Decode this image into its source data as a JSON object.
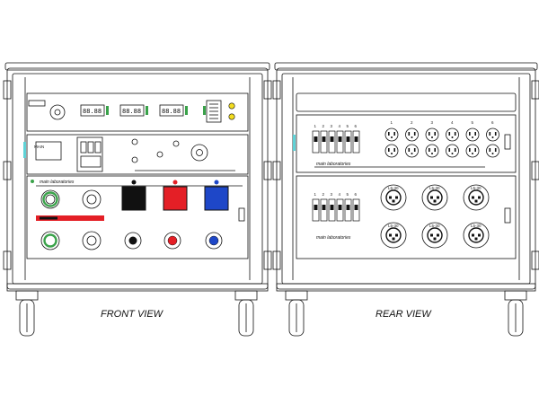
{
  "labels": {
    "front_view": "FRONT VIEW",
    "rear_view": "REAR VIEW"
  },
  "front": {
    "meter_digits": [
      "88.88",
      "88.88",
      "88.88"
    ],
    "brand_text": "main laboratories",
    "panel_label": "MAIN"
  },
  "rear": {
    "outlet_numbers": [
      "1",
      "2",
      "3",
      "4",
      "5",
      "6"
    ],
    "breaker_numbers": [
      "1",
      "2",
      "3",
      "4",
      "5",
      "6"
    ],
    "brand_text": "main laboratories",
    "twistlock_label": "L5-30"
  },
  "colors": {
    "red": "#e41f26",
    "blue": "#1e47c8",
    "green": "#3aa24a",
    "yellow": "#f3dd1f",
    "black": "#111111",
    "cyan": "#5fd2d6"
  }
}
